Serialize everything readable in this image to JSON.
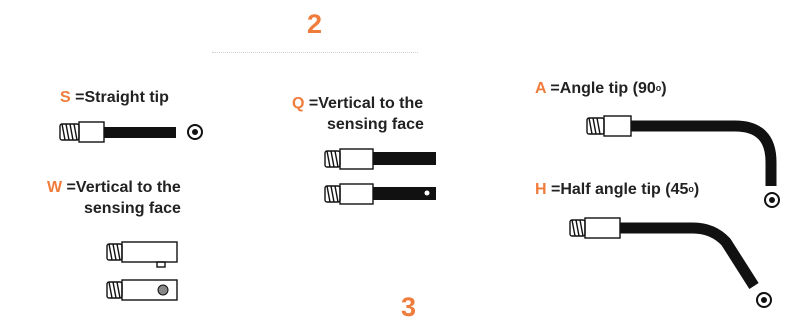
{
  "section_numbers": {
    "top": "2",
    "bottom": "3"
  },
  "options": {
    "s": {
      "letter": "S",
      "text": " =Straight tip"
    },
    "w": {
      "letter": "W",
      "line1": " =Vertical to the",
      "line2": "sensing face"
    },
    "q": {
      "letter": "Q",
      "line1": " =Vertical to the",
      "line2": "sensing face"
    },
    "a": {
      "letter": "A",
      "text": " =Angle tip (90",
      "degree": "o",
      "close": ")"
    },
    "h": {
      "letter": "H",
      "text": " =Half angle tip (45",
      "degree": "o",
      "close": ")"
    }
  },
  "colors": {
    "accent": "#f07c3c",
    "text": "#222222",
    "probe": "#111111"
  }
}
